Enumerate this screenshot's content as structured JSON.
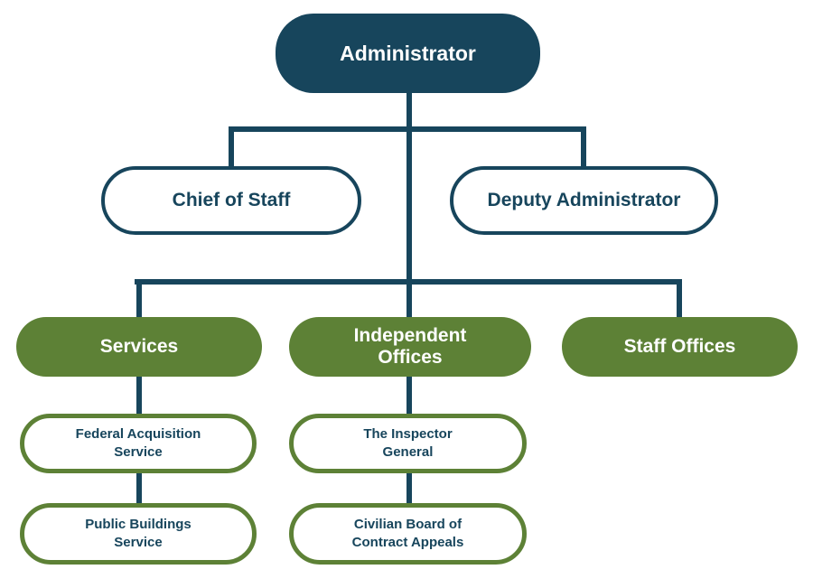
{
  "colors": {
    "navy": "#17455c",
    "green": "#5d8136",
    "background": "#ffffff"
  },
  "nodes": {
    "administrator": "Administrator",
    "chief_of_staff": "Chief of Staff",
    "deputy_administrator": "Deputy Administrator",
    "services": "Services",
    "independent_offices": "Independent\nOffices",
    "staff_offices": "Staff Offices",
    "federal_acquisition_service": "Federal Acquisition\nService",
    "public_buildings_service": "Public Buildings\nService",
    "inspector_general": "The Inspector\nGeneral",
    "civilian_board_of_contract_appeals": "Civilian Board of\nContract Appeals"
  },
  "edges": [
    {
      "from": "Administrator",
      "to": "Chief of Staff"
    },
    {
      "from": "Administrator",
      "to": "Deputy Administrator"
    },
    {
      "from": "Administrator",
      "to": "Services"
    },
    {
      "from": "Administrator",
      "to": "Independent Offices"
    },
    {
      "from": "Administrator",
      "to": "Staff Offices"
    },
    {
      "from": "Services",
      "to": "Federal Acquisition Service"
    },
    {
      "from": "Services",
      "to": "Public Buildings Service"
    },
    {
      "from": "Independent Offices",
      "to": "The Inspector General"
    },
    {
      "from": "Independent Offices",
      "to": "Civilian Board of Contract Appeals"
    }
  ]
}
